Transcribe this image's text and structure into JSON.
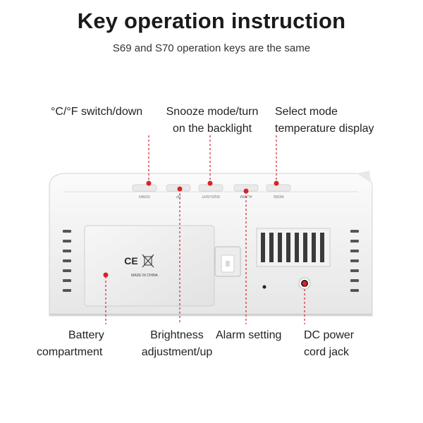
{
  "header": {
    "title": "Key operation instruction",
    "subtitle": "S69 and S70 operation keys are the same"
  },
  "callouts": {
    "celsius_switch": [
      "°C/°F switch/down"
    ],
    "snooze": [
      "Snooze mode/turn",
      "on the backlight"
    ],
    "select_mode": [
      "Select mode",
      "temperature display"
    ],
    "battery": [
      "Battery",
      "compartment"
    ],
    "brightness": [
      "Brightness",
      "adjustment/up"
    ],
    "alarm": [
      "Alarm setting"
    ],
    "dc_power": [
      "DC power",
      "cord jack"
    ]
  },
  "device": {
    "key_labels": [
      "DOWN",
      "UP",
      "SNZ/LIGHT",
      "ALARM",
      "MODE"
    ],
    "battery_cover_text": "MADE IN CHINA",
    "ce_mark": "CE"
  },
  "colors": {
    "callout_line": "#d8232a",
    "callout_dot": "#d8232a",
    "device_body": "#f4f4f4"
  }
}
